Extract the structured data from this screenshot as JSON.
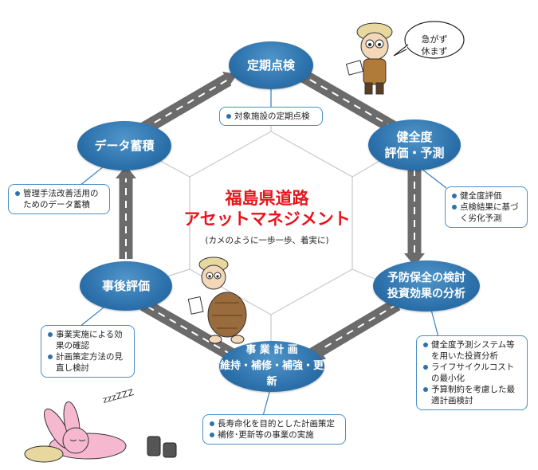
{
  "center": {
    "title_line1": "福島県道路",
    "title_line2": "アセットマネジメント",
    "subtitle": "(カメのように一歩一歩、着実に)"
  },
  "nodes": [
    {
      "id": "teiki",
      "lines": [
        "定期点検"
      ]
    },
    {
      "id": "kenzendo",
      "lines": [
        "健全度",
        "評価・予測"
      ]
    },
    {
      "id": "yobou",
      "lines": [
        "予防保全の検討",
        "投資効果の分析"
      ]
    },
    {
      "id": "jigyou",
      "lines": [
        "事 業 計 画",
        "維持・補修・補強・更新"
      ]
    },
    {
      "id": "jigo",
      "lines": [
        "事後評価"
      ]
    },
    {
      "id": "data",
      "lines": [
        "データ蓄積"
      ]
    }
  ],
  "notes": {
    "teiki": [
      "対象施設の定期点検"
    ],
    "kenzendo": [
      "健全度評価",
      "点検結果に基づく劣化予測"
    ],
    "yobou": [
      "健全度予測システム等を用いた投資分析",
      "ライフサイクルコストの最小化",
      "予算制約を考慮した最適計画検討"
    ],
    "jigyou": [
      "長寿命化を目的とした計画策定",
      "補修･更新等の事業の実施"
    ],
    "jigo": [
      "事業実施による効果の確認",
      "計画策定方法の見直し検討"
    ],
    "data": [
      "管理手法改善活用のためのデータ蓄積"
    ]
  },
  "speech": {
    "line1": "急がず",
    "line2": "休まず"
  },
  "sleep_text": "zzzZZZ",
  "colors": {
    "node_blue": "#2d72ac",
    "road": "#6b6b6b",
    "title_red": "#e8141c",
    "note_border": "#4a8ec8"
  }
}
